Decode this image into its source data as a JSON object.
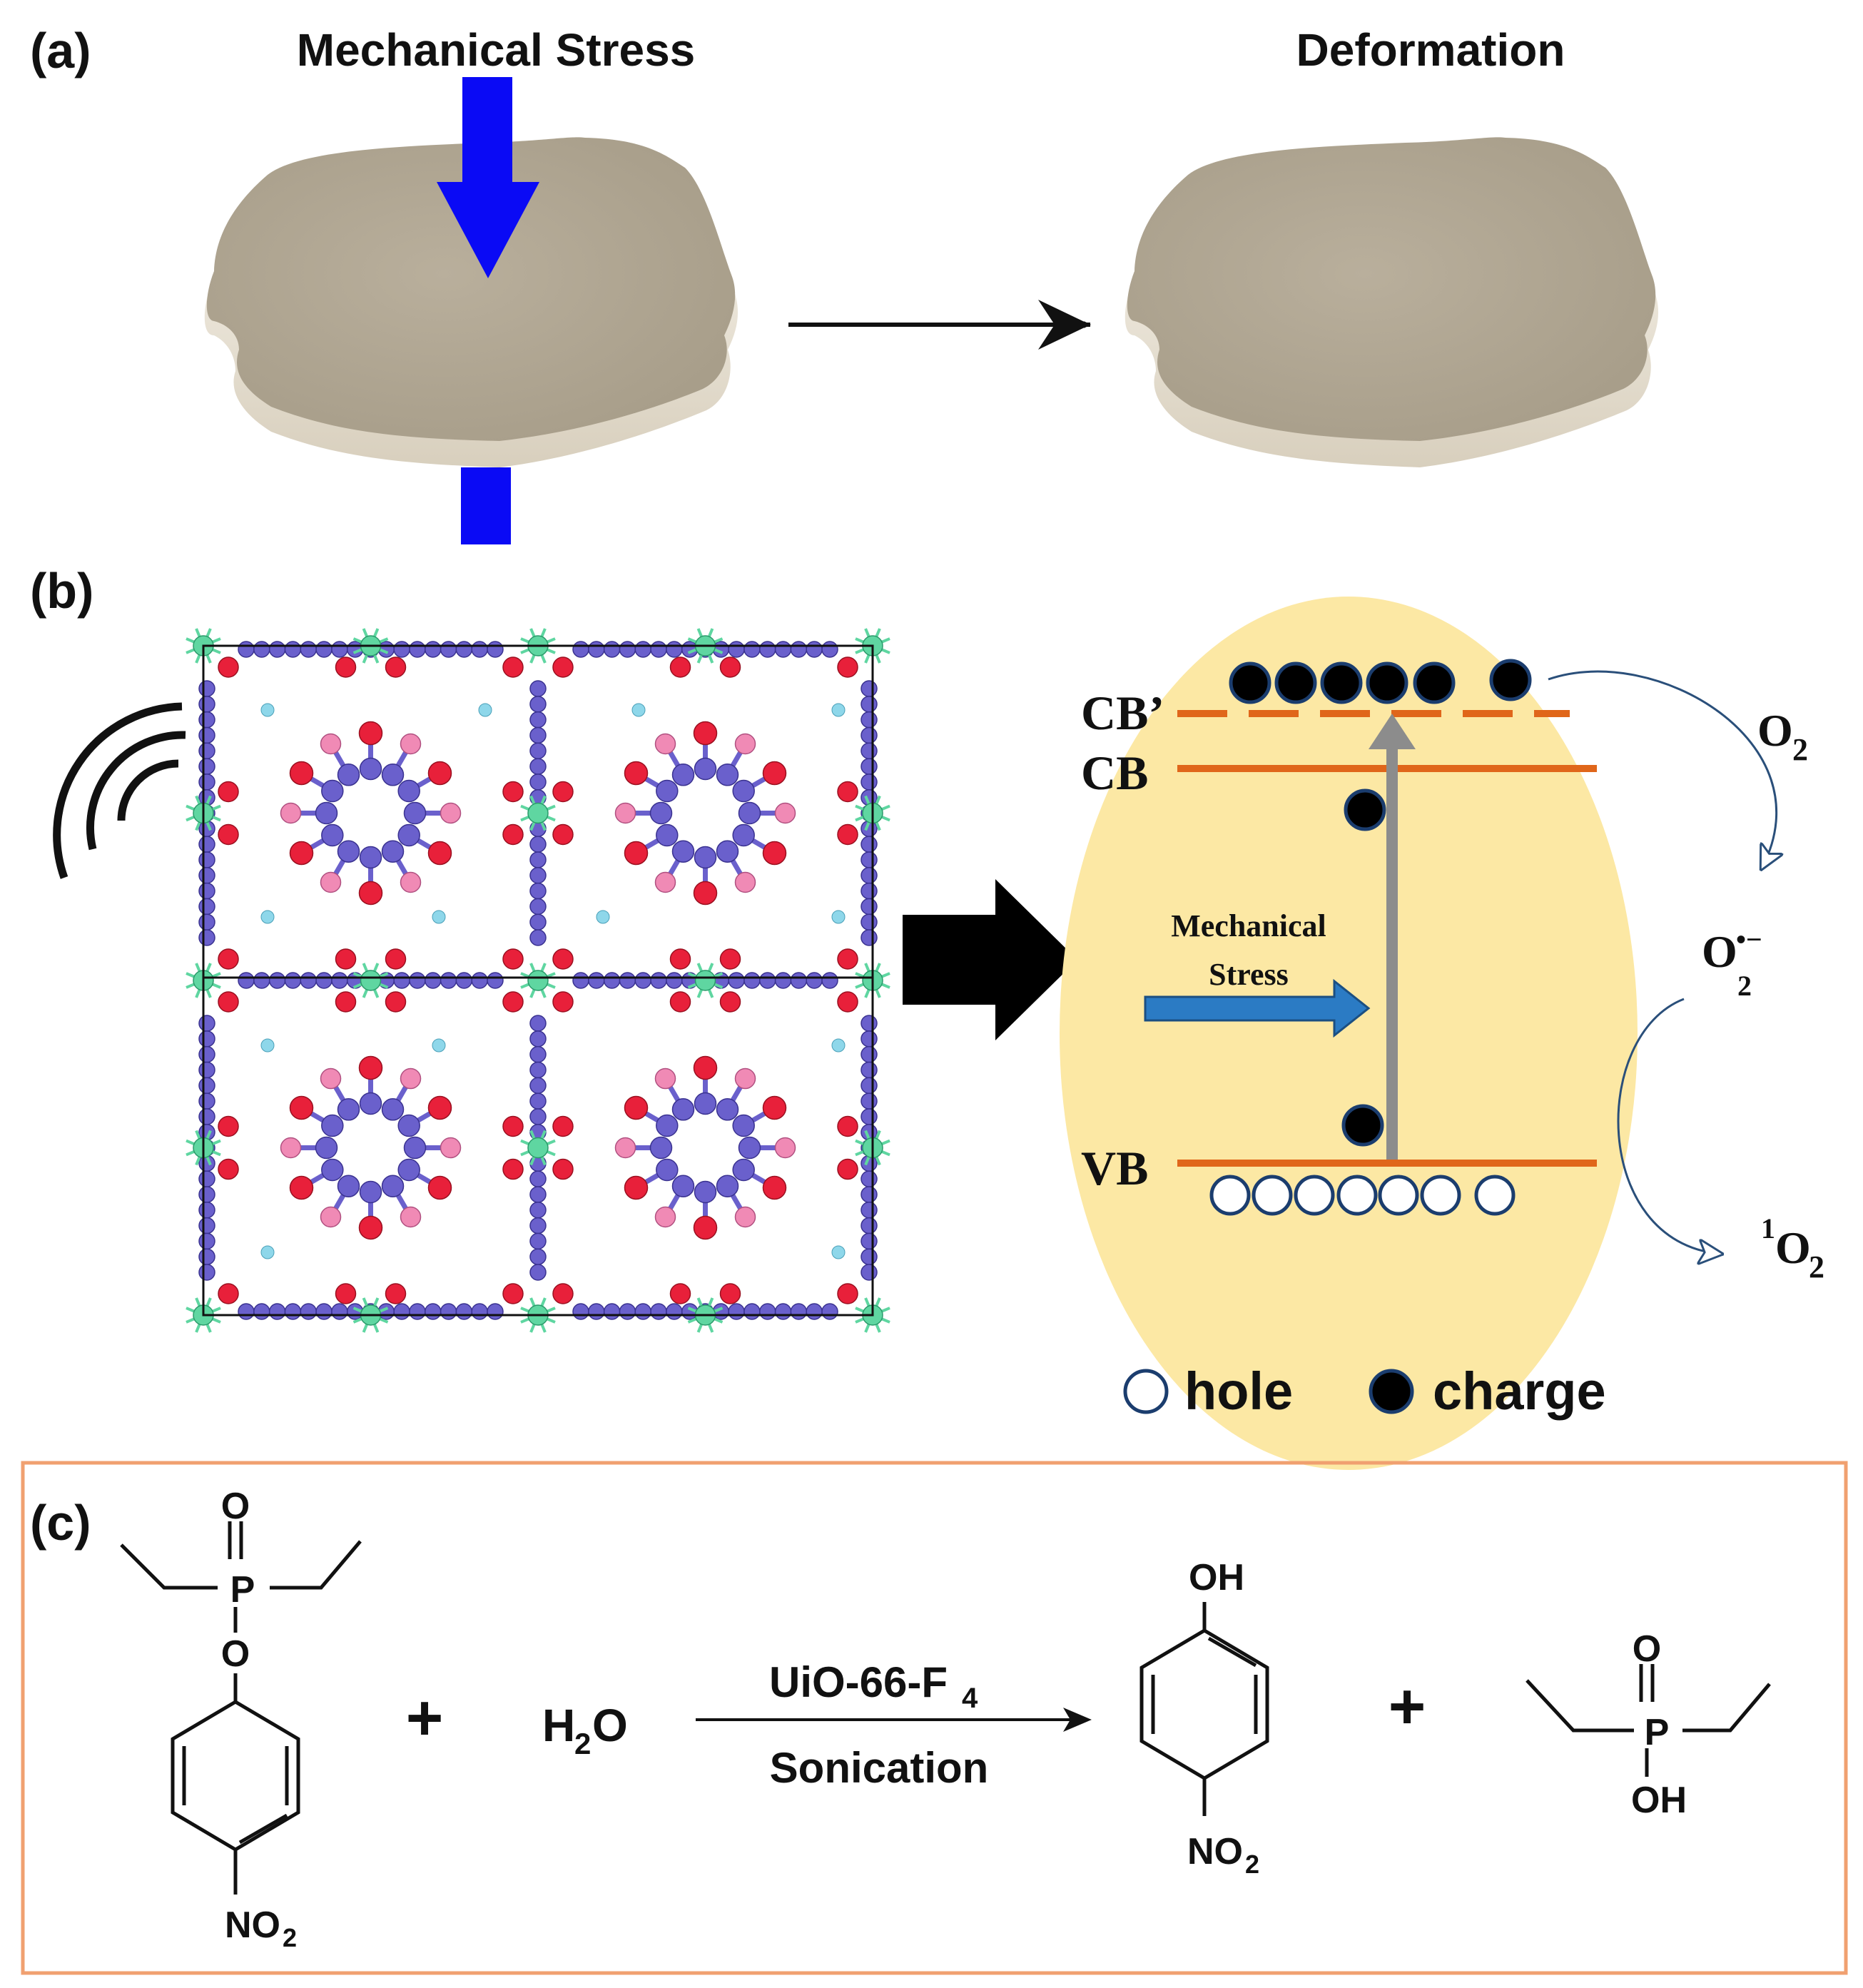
{
  "panel_a": {
    "label": "(a)",
    "left_title": "Mechanical Stress",
    "right_title": "Deformation"
  },
  "panel_b": {
    "label": "(b)",
    "bands": {
      "cb_prime": "CB’",
      "cb": "CB",
      "vb": "VB"
    },
    "stress_label_line1": "Mechanical",
    "stress_label_line2": "Stress",
    "species": {
      "o2": "O",
      "o2_sub": "2",
      "superoxide": "O",
      "superoxide_sub": "2",
      "superoxide_sup": "•−",
      "singlet_sup": "1",
      "singlet": "O",
      "singlet_sub": "2"
    },
    "legend": {
      "hole": "hole",
      "charge": "charge"
    },
    "colors": {
      "ellipse": "#fce8a4",
      "band_line": "#e0661a",
      "stress_arrow": "#2b7bc4",
      "transition_arrow": "#8c8c8c",
      "charge_fill": "#000000",
      "charge_stroke": "#1b3d6e",
      "metal": "#5fd6a1",
      "oxygen": "#e8203a",
      "carbon": "#6a60cc",
      "fluorine": "#f08ab5",
      "hydrogen": "#8ed7ea"
    }
  },
  "panel_c": {
    "label": "(c)",
    "plus": "+",
    "water": "H",
    "water_sub": "2",
    "water_o": "O",
    "catalyst": "UiO-66-F",
    "catalyst_sub": "4",
    "condition": "Sonication",
    "atoms": {
      "o": "O",
      "p": "P",
      "oh": "OH",
      "no2": "NO",
      "no2_sub": "2"
    },
    "box_color": "#f0a070"
  },
  "colors": {
    "stress_arrow_a": "#0a0af5",
    "pellet_top": "#b5ab98",
    "pellet_edge": "#f4efe4"
  }
}
